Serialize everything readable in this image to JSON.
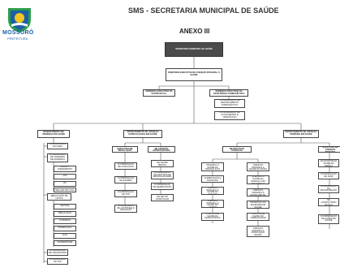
{
  "header": {
    "title": "SMS - SECRETARIA MUNICIPAL DE SAÚDE",
    "annex": "ANEXO III"
  },
  "logo": {
    "name": "MOSSORÓ",
    "subtitle": "PREFEITURA"
  },
  "org": {
    "secretaria": "SECRETARIA MUNICIPAL DE SAÚDE",
    "diretoria": "DIRETORIA EXECUTIVA DE ATENÇÃO INTEGRAL À SAÚDE",
    "ger_saude_bucal": "GERÊNCIA EXECUTIVA DA SAÚDE BUCAL",
    "ger_assist_farm": "GERÊNCIA EXECUTIVA DA ASSISTÊNCIA FARMACÊUTICA",
    "farm_items": [
      "COORDENAÇÃO DE ABASTECIMENTO FARMACÊUTICO",
      "COORDENAÇÃO DE ACOLHIMENTO E ORIENTAÇÃO"
    ],
    "dept_urgencia": "DEPARTAMENTO DE URGÊNCIA EM SAÚDE",
    "urgencia_items": [
      "COORDENAÇÃO DO SAMU",
      "COORDENAÇÃO DE UNIDADES DE URGÊNCIA"
    ],
    "urgencia_sub": [
      "PRONTO ATENDIMENTO",
      "UPA",
      "PA",
      "PROGRAMA MELHOR EM CASA"
    ],
    "urgencia_coord2": "COORDENAÇÃO DE REGULAÇÃO DE LEITOS",
    "urgencia_sub2": [
      "CENTRAL",
      "REGULAÇÃO",
      "CUIDADOS",
      "INTERNAÇÃO",
      "ALTA",
      "MATERNIDADE"
    ],
    "urgencia_bottom": [
      "COORDENAÇÃO DE TRANSPORTE",
      "COORDENAÇÃO DE TFD"
    ],
    "dept_especializada": "DEPARTAMENTO DE ATENÇÃO ESPECIALIZADA EM SAÚDE",
    "ger_regulacao": "GERÊNCIA EXECUTIVA DE REGULAÇÃO",
    "regulacao_items": [
      "COORDENAÇÃO DE CONSULTAS",
      "COORDENAÇÃO DE EXAMES",
      "COORDENAÇÃO DE TFD",
      "COORDENAÇÃO DE CONTROLE E AVALIAÇÃO"
    ],
    "ger_especializada": "GERÊNCIA EXECUTIVA DE ATENÇÃO ESPECIALIZADA",
    "especializada_items": [
      "COORDENAÇÃO DE SAÚDE MENTAL",
      "COORDENAÇÃO DE CENTROS DE ESPECIALIDADES",
      "COORDENAÇÃO DE REABILITAÇÃO",
      "COORDENAÇÃO DE SETOR HOSPITALAR"
    ],
    "dept_primaria": "DEPARTAMENTO DE ATENÇÃO PRIMÁRIA EM SAÚDE",
    "ger_politicas": "GERÊNCIA EXECUTIVA DE POLÍTICAS PÚBLICAS",
    "politicas_left": [
      "POLÍTICA DE ATENÇÃO INTEGRAL À SAÚDE DA CRIANÇA E DO ADOLESCENTE",
      "POLÍTICA DE ALIMENTAÇÃO E NUTRIÇÃO",
      "POLÍTICA DE ATENÇÃO INTEGRAL À SAÚDE DA MULHER",
      "POLÍTICA DE ATENÇÃO INTEGRAL À SAÚDE DO HOMEM",
      "POLÍTICA DE SAÚDE DA PESSOA IDOSA"
    ],
    "politicas_right": [
      "POLÍTICA DE ATENÇÃO INTEGRAL À SAÚDE DO IDOSO",
      "POLÍTICA DE ATENÇÃO À SAÚDE DA PESSOA COM DEFICIÊNCIA",
      "POLÍTICA DE ATENÇÃO INTEGRAL À SAÚDE MENTAL",
      "POLÍTICA DE PROMOÇÃO DA EQUIDADE EM SAÚDE",
      "POLÍTICA DE SAÚDE DO TRABALHADOR",
      "POLÍTICA DE ATENÇÃO INTEGRAL À POPULAÇÃO NEGRA"
    ],
    "ger_primaria": "GERÊNCIA EXECUTIVA DE ATENÇÃO PRIMÁRIA",
    "primaria_items": [
      "COORDENAÇÃO DA ESTRATÉGIA SAÚDE DA FAMÍLIA",
      "COORDENAÇÃO DE NASF",
      "COORDENAÇÃO DA PROGRAMAÇÃO",
      "COORDENAÇÃO DE CONSULTÓRIO NA RUA",
      "COORDENAÇÃO DE AÇÕES DE SAÚDE"
    ]
  }
}
